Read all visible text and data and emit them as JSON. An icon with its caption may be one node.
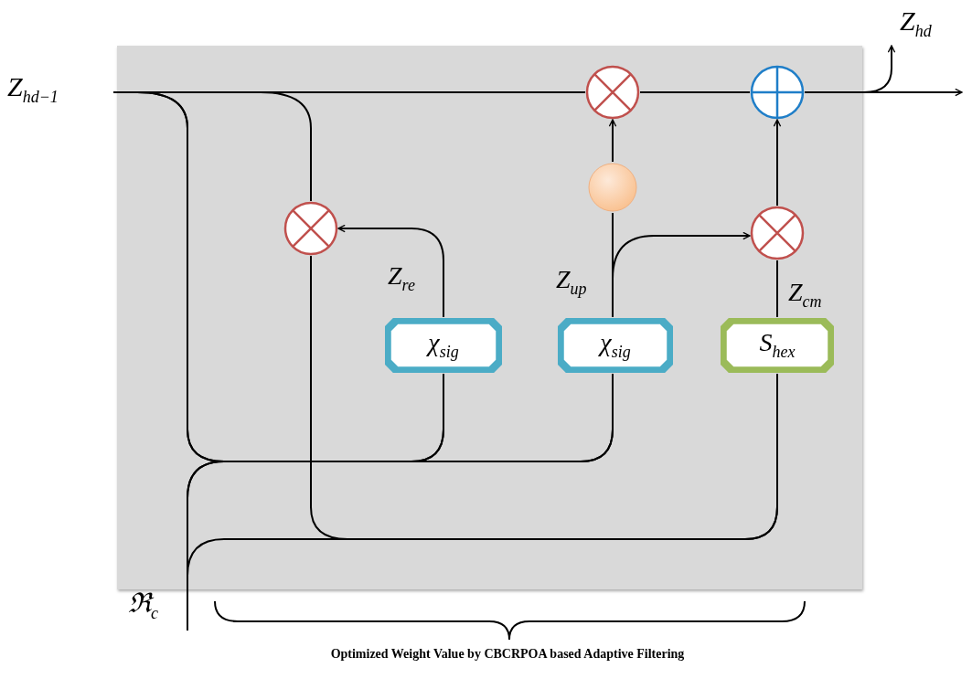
{
  "diagram": {
    "caption": "Optimized Weight Value by CBCRPOA based Adaptive Filtering",
    "nodes": [
      {
        "text": [],
        "shape": "box"
      },
      {
        "text": [
          "Z$_{hd−1}$"
        ]
      },
      {
        "text": [],
        "shape": "circle",
        "in": 0
      },
      {
        "text": [],
        "shape": "circle",
        "in": 0
      },
      {
        "text": [
          "Z$_{hd}$"
        ]
      },
      {
        "text": [],
        "shape": "circle",
        "in": 0
      },
      {
        "text": [],
        "shape": "circle",
        "in": 0
      },
      {
        "text": [],
        "shape": "circle",
        "in": 0
      },
      {
        "text": [
          "χ$_{sig}$"
        ],
        "in": 0
      },
      {
        "text": [
          "χ$_{sig}$"
        ],
        "in": 0
      },
      {
        "text": [
          "S$_{hex}$"
        ],
        "in": 0
      },
      {
        "text": [
          "ℜ$_{c}$"
        ]
      }
    ],
    "edges": [
      {
        "from": 1,
        "to": 2,
        "arrow": "none"
      },
      {
        "from": 2,
        "to": 3,
        "arrow": "none"
      },
      {
        "from": 3,
        "to": null,
        "arrow": "to"
      },
      {
        "from": 3,
        "to": 4,
        "arrow": "to"
      },
      {
        "from": 1,
        "to": 8,
        "arrow": "none"
      },
      {
        "from": 1,
        "to": 9,
        "arrow": "none"
      },
      {
        "from": 11,
        "to": 8,
        "arrow": "none"
      },
      {
        "from": 11,
        "to": 9,
        "arrow": "none"
      },
      {
        "from": 1,
        "to": 6,
        "arrow": "none"
      },
      {
        "from": 6,
        "to": 10,
        "arrow": "none"
      },
      {
        "from": 11,
        "to": 10,
        "arrow": "none"
      },
      {
        "from": 8,
        "to": 6,
        "arrow": "to",
        "label": "Z$_{re}$"
      },
      {
        "from": 9,
        "to": 5,
        "arrow": "none",
        "label": "Z$_{up}$"
      },
      {
        "from": 5,
        "to": 2,
        "arrow": "to"
      },
      {
        "from": 9,
        "to": 7,
        "arrow": "to"
      },
      {
        "from": 10,
        "to": 7,
        "arrow": "none",
        "label": "Z$_{cm}$"
      },
      {
        "from": 7,
        "to": 3,
        "arrow": "to"
      }
    ]
  }
}
